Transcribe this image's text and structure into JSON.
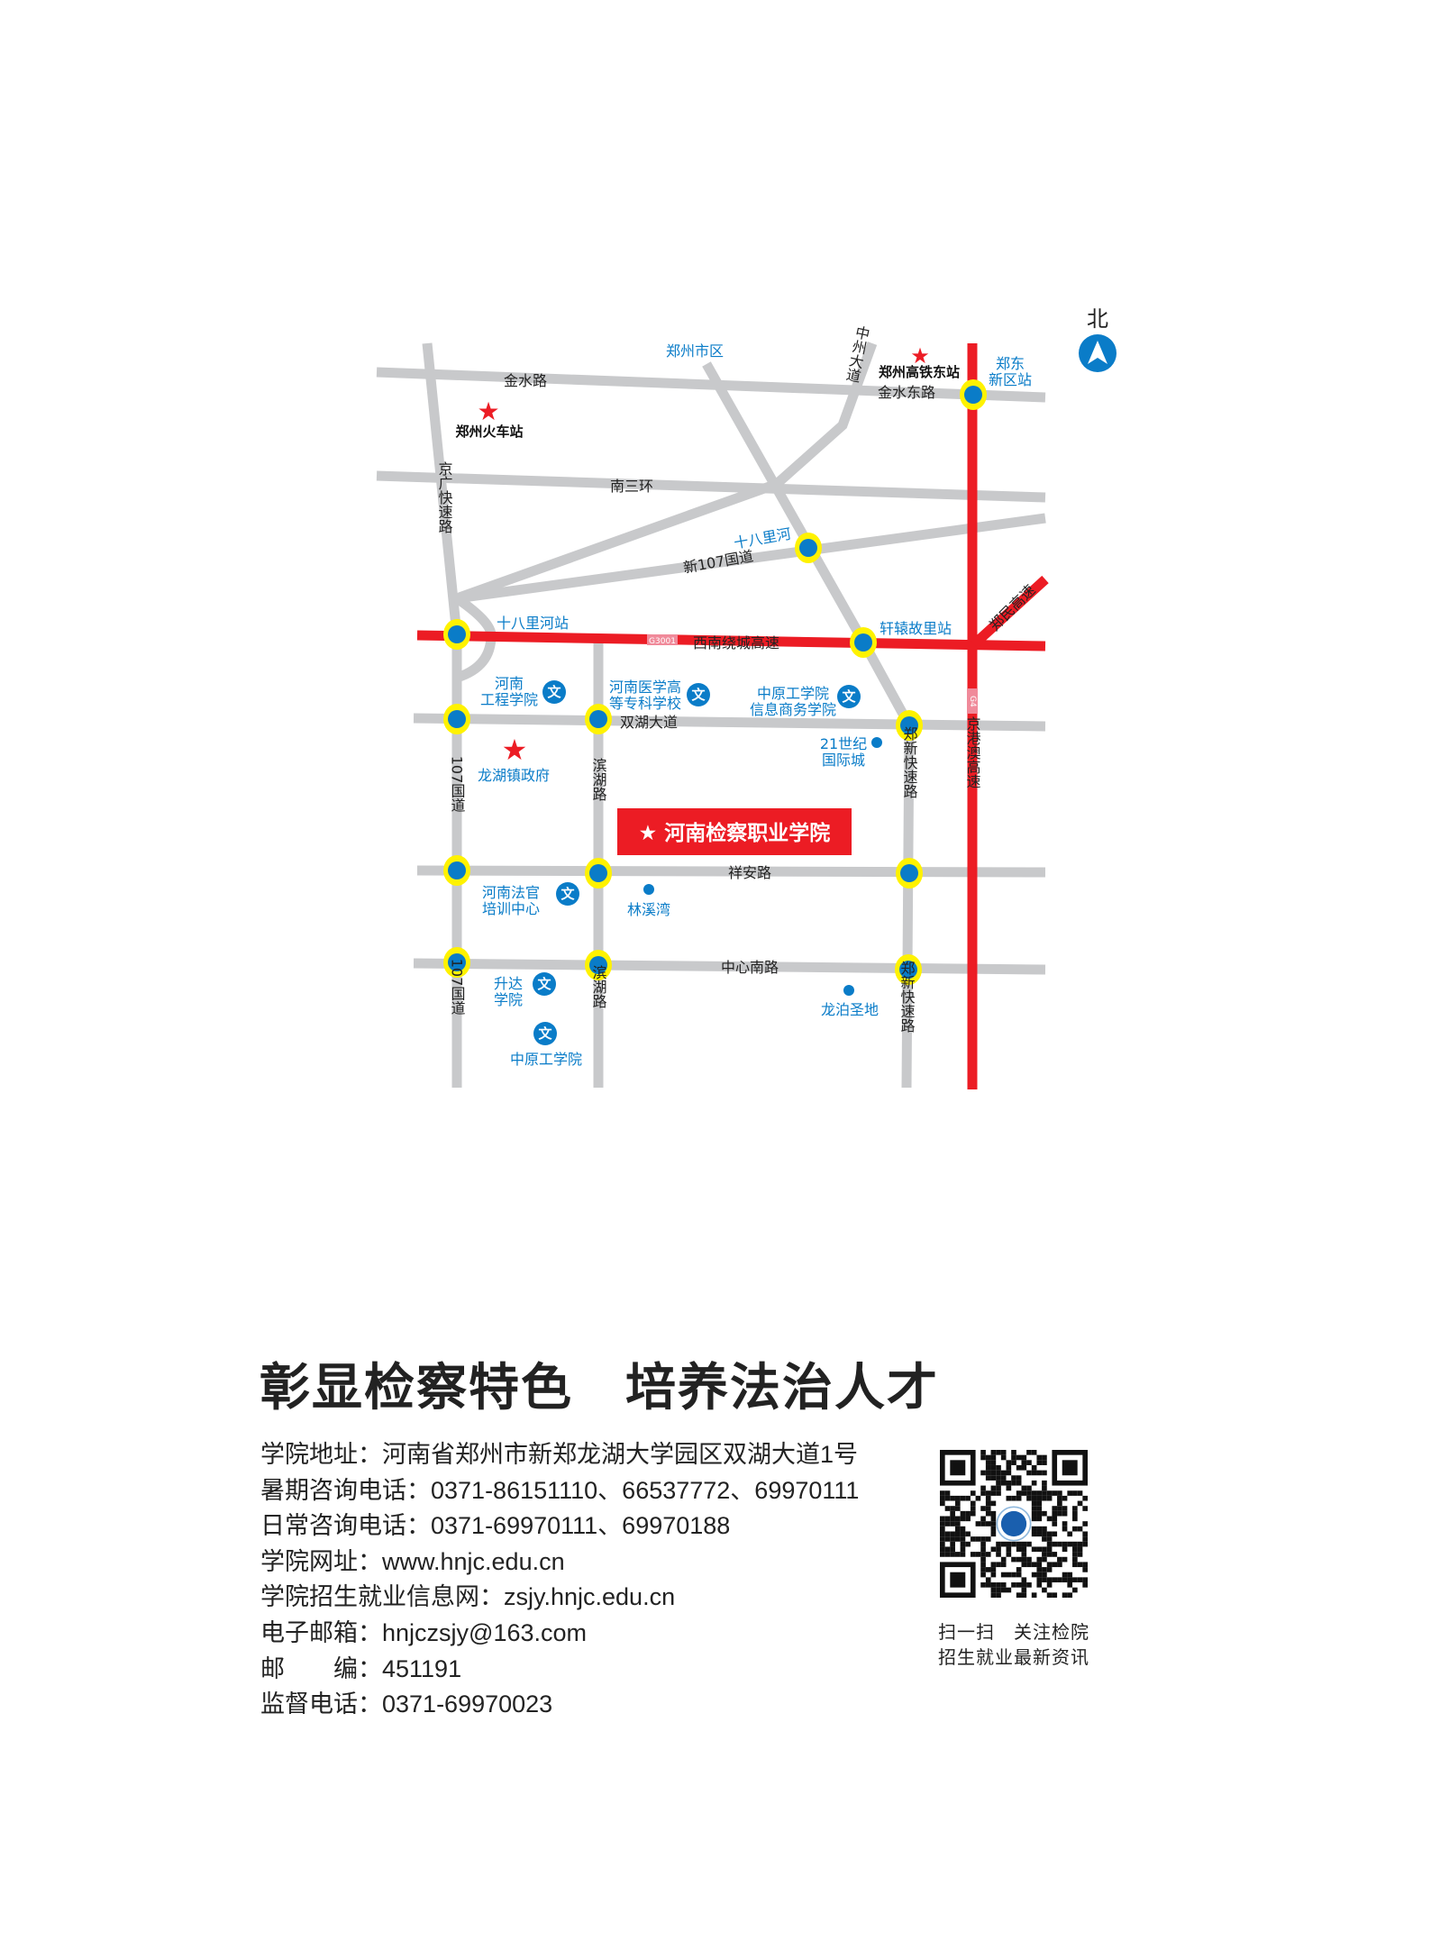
{
  "compass": {
    "north_label": "北"
  },
  "map": {
    "title_box": "★ 河南检察职业学院",
    "roads": {
      "jinshui": "金水路",
      "jinshui_east": "金水东路",
      "nansanhuan": "南三环",
      "jingguang": "京广快速路",
      "zhongzhou": "中州大道",
      "new107": "新107国道",
      "xinan_ring": "西南绕城高速",
      "g3001": "G3001",
      "g4": "G4",
      "jinggangao": "京港澳高速",
      "zhengmin": "郑民高速",
      "shuanghu": "双湖大道",
      "xiangan": "祥安路",
      "zhongxin_south": "中心南路",
      "guodao107": "107国道",
      "binhu": "滨湖路",
      "zhengxin": "郑新快速路"
    },
    "places": {
      "zhengzhou_city": "郑州市区",
      "zz_station": "郑州火车站",
      "zz_east_hsr": "郑州高铁东站",
      "zhengdong_1": "郑东",
      "zhengdong_2": "新区站",
      "shibalihe": "十八里河",
      "shibalihe_station": "十八里河站",
      "xuanyuan_station": "轩辕故里站",
      "henan_eng_1": "河南",
      "henan_eng_2": "工程学院",
      "med_1": "河南医学高",
      "med_2": "等专科学校",
      "zy_info_1": "中原工学院",
      "zy_info_2": "信息商务学院",
      "c21_1": "21世纪",
      "c21_2": "国际城",
      "longhu_gov": "龙湖镇政府",
      "judge_1": "河南法官",
      "judge_2": "培训中心",
      "linxiwan": "林溪湾",
      "shengda_1": "升达",
      "shengda_2": "学院",
      "zhongyuan_tech": "中原工学院",
      "longbo": "龙泊圣地"
    },
    "school_icon": "文"
  },
  "slogan": "彰显检察特色　培养法治人才",
  "info": [
    "学院地址：河南省郑州市新郑龙湖大学园区双湖大道1号",
    "暑期咨询电话：0371-86151110、66537772、69970111",
    "日常咨询电话：0371-69970111、69970188",
    "学院网址：www.hnjc.edu.cn",
    "学院招生就业信息网：zsjy.hnjc.edu.cn",
    "电子邮箱：hnjczsjy@163.com",
    "邮　　编：451191",
    "监督电话：0371-69970023"
  ],
  "qr": {
    "caption_1": "扫一扫　关注检院",
    "caption_2": "招生就业最新资讯"
  },
  "colors": {
    "red": "#ec1c24",
    "blue": "#0a7cc8",
    "yellow": "#fff200",
    "road": "#c8c9cb"
  }
}
